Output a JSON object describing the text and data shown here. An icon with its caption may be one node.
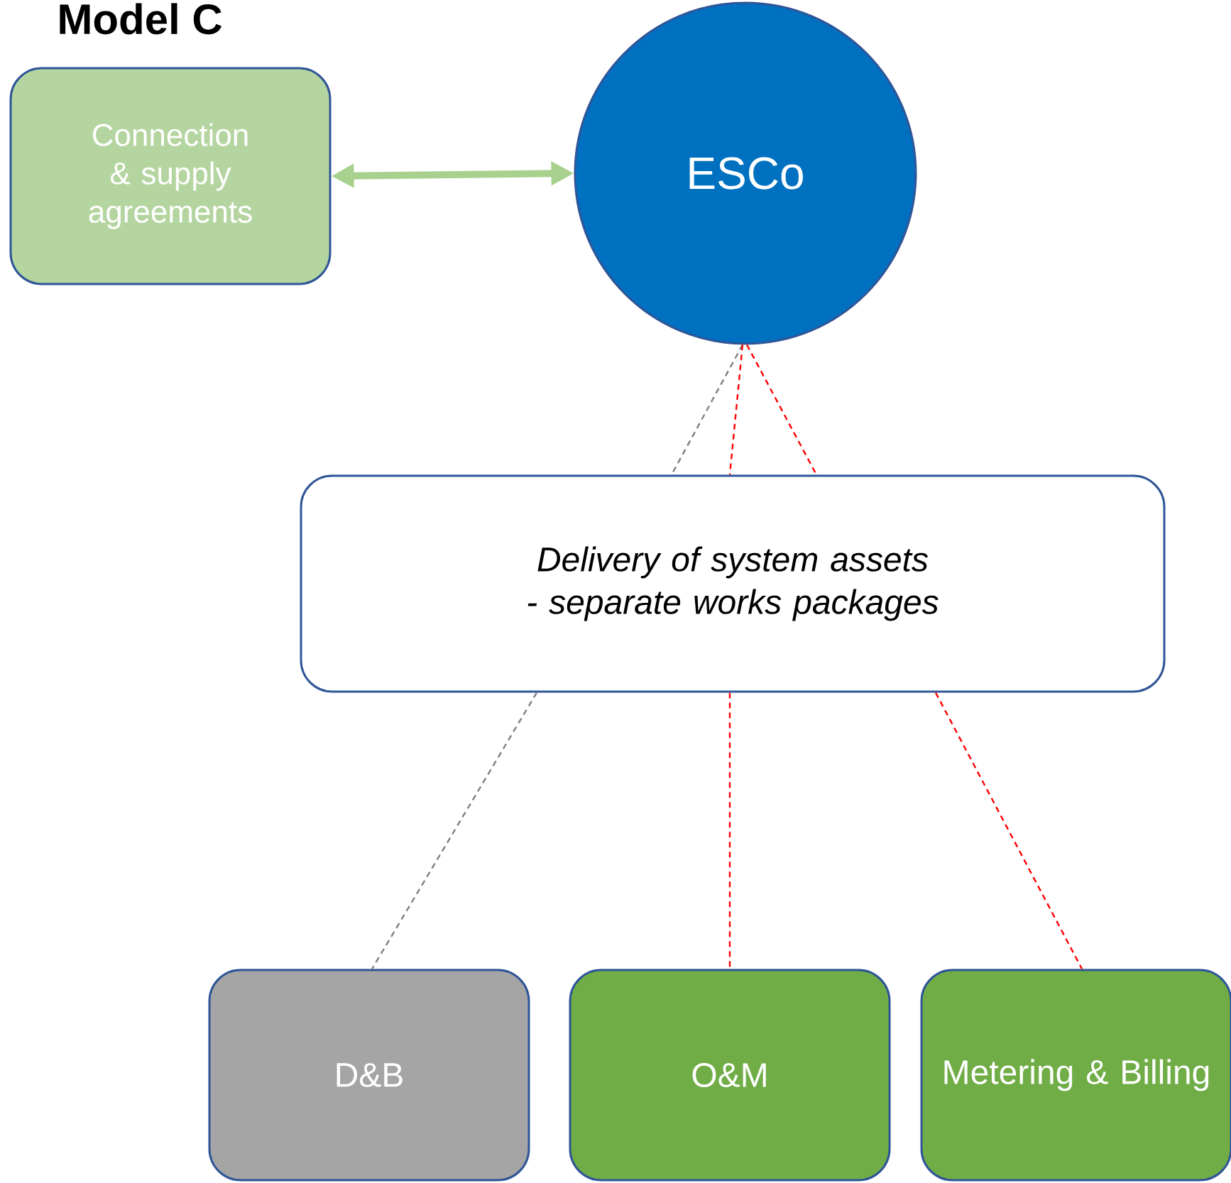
{
  "diagram": {
    "title": "Model C",
    "nodes": [
      {
        "text": [
          "Connection & supply agreements"
        ]
      },
      {
        "text": [
          "ESCo"
        ]
      },
      {
        "text": [
          "Delivery of system assets - separate works packages"
        ]
      },
      {
        "text": [
          "D&B"
        ]
      },
      {
        "text": [
          "O&M"
        ]
      },
      {
        "text": [
          "Metering & Billing"
        ]
      }
    ],
    "edges": [
      {
        "from": 0,
        "to": 1,
        "arrow": "both",
        "style": "thick",
        "color": "#a9d18e"
      },
      {
        "from": 1,
        "to": 2,
        "arrow": "none",
        "style": "dashed",
        "color": "#7f7f7f"
      },
      {
        "from": 2,
        "to": 3,
        "arrow": "none",
        "style": "dashed",
        "color": "#7f7f7f"
      },
      {
        "from": 1,
        "to": 2,
        "arrow": "none",
        "style": "dashed",
        "color": "#ff0000"
      },
      {
        "from": 2,
        "to": 4,
        "arrow": "none",
        "style": "dashed",
        "color": "#ff0000"
      },
      {
        "from": 1,
        "to": 2,
        "arrow": "none",
        "style": "dashed",
        "color": "#ff0000"
      },
      {
        "from": 2,
        "to": 5,
        "arrow": "none",
        "style": "dashed",
        "color": "#ff0000"
      }
    ]
  }
}
